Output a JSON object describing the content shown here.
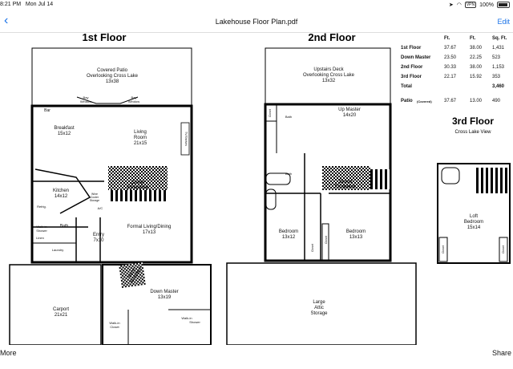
{
  "status": {
    "time": "8:21 PM",
    "date": "Mon Jul 14",
    "vpn": "VPN",
    "battery": "100%"
  },
  "nav": {
    "back_icon": "chevron-left-icon",
    "title": "Lakehouse Floor Plan.pdf",
    "edit_label": "Edit"
  },
  "plan": {
    "floor1": "1st Floor",
    "floor2": "2nd Floor",
    "floor3": "3rd Floor",
    "floor3_sub": "Cross Lake View",
    "rooms": {
      "patio": "Covered Patio",
      "patio_sub": "Overlooking Cross Lake",
      "patio_dim": "13x38",
      "bay1": "Bay",
      "bay1b": "Window",
      "bay2": "Bay",
      "bay2b": "Window",
      "bar": "Bar",
      "breakfast": "Breakfast",
      "breakfast_dim": "15x12",
      "living": "Living",
      "living_b": "Room",
      "living_dim": "21x15",
      "tv": "TV/Shelves",
      "stone1": "Stone",
      "stone1b": "Fireplace",
      "kitchen": "Kitchen",
      "kitchen_dim": "14x12",
      "fridge": "Refrig.",
      "wine": "Wine",
      "wine_b": "Cooler",
      "wine_c": "Storage",
      "ac1": "A/C",
      "bath1": "Bath",
      "walkin_shower1": "Walk-in",
      "walkin_shower1b": "Shower",
      "linen": "Linen",
      "laundry": "Laundry",
      "entry": "Entry",
      "entry_dim": "7x10",
      "formal": "Formal Living/Dining",
      "formal_dim": "17x13",
      "stone2": "Stone",
      "stone2b": "Fireplace",
      "carport": "Carport",
      "carport_dim": "21x21",
      "down_master": "Down Master",
      "down_master_dim": "13x19",
      "walkin_closet": "Walk-in",
      "walkin_closet_b": "Closet",
      "walkin_shower2": "Walk-in",
      "walkin_shower2b": "Shower",
      "upstairs_deck": "Upstairs Deck",
      "upstairs_deck_sub": "Overlooking Cross Lake",
      "upstairs_deck_dim": "13x32",
      "closet1": "Closet",
      "bath2": "Bath",
      "up_master": "Up Master",
      "up_master_dim": "14x20",
      "stone3": "Stone",
      "stone3b": "Fireplace",
      "bath3": "Bath",
      "bedroom1": "Bedroom",
      "bedroom1_dim": "13x12",
      "closet2": "Closet",
      "closet3": "Closet",
      "bedroom2": "Bedroom",
      "bedroom2_dim": "13x13",
      "attic": "Large",
      "attic_b": "Attic",
      "attic_c": "Storage",
      "loft": "Loft",
      "loft_b": "Bedroom",
      "loft_dim": "15x14",
      "closet4": "Closet",
      "closet5": "Closet"
    },
    "table": {
      "headers": [
        "",
        "Ft.",
        "Ft.",
        "Sq. Ft."
      ],
      "rows": [
        [
          "1st Floor",
          "37.67",
          "38.00",
          "1,431"
        ],
        [
          "Down Master",
          "23.50",
          "22.25",
          "523"
        ],
        [
          "2nd Floor",
          "30.33",
          "38.00",
          "1,153"
        ],
        [
          "3rd Floor",
          "22.17",
          "15.92",
          "353"
        ],
        [
          "Total",
          "",
          "",
          "3,460"
        ]
      ],
      "patio_row": [
        "Patio",
        "(Covered)",
        "37.67",
        "13.00",
        "490"
      ]
    }
  },
  "toolbar": {
    "more_label": "More",
    "share_label": "Share"
  }
}
